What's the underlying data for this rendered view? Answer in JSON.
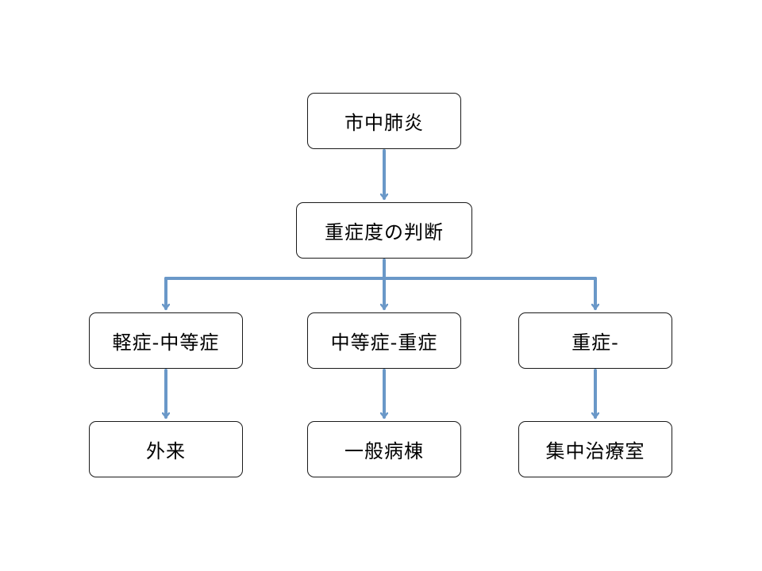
{
  "nodes": {
    "root": "市中肺炎",
    "judge": "重症度の判断",
    "mild": "軽症-中等症",
    "moderate": "中等症-重症",
    "severe": "重症-",
    "outpatient": "外来",
    "ward": "一般病棟",
    "icu": "集中治療室"
  },
  "colors": {
    "connector": "#6a98c8",
    "border": "#1a1a1a",
    "background": "#ffffff"
  }
}
